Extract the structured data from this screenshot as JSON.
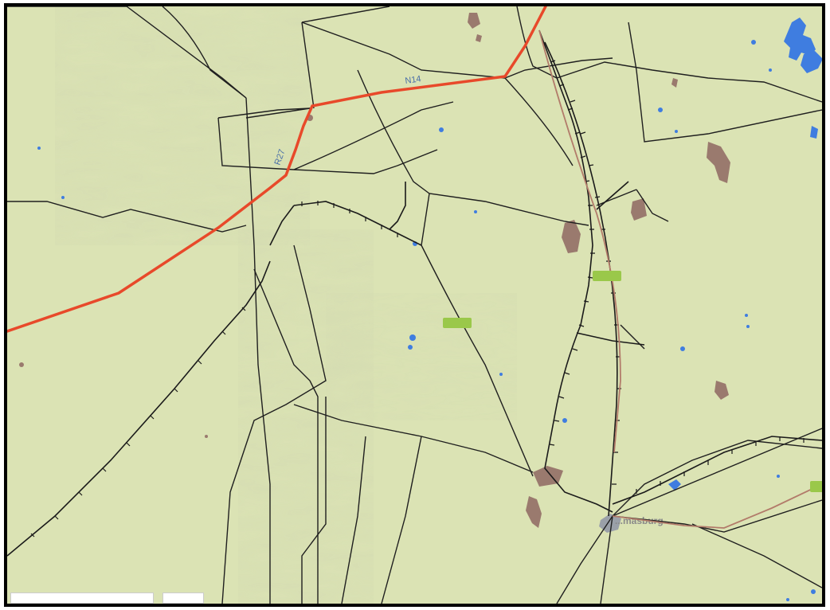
{
  "map": {
    "background_color": "#dbe3b4",
    "national_road_color": "#e8492a",
    "railway_color": "#1a1a1a",
    "road_color": "#1f1f1f",
    "water_color": "#3f7de0",
    "urban_color": "#9a7a6e",
    "labels": {
      "n14_label": "N14",
      "r27_label": "R27",
      "town_label": "...masburg"
    },
    "route_shields": {
      "shield_a": "",
      "shield_b": "",
      "shield_c": ""
    }
  }
}
